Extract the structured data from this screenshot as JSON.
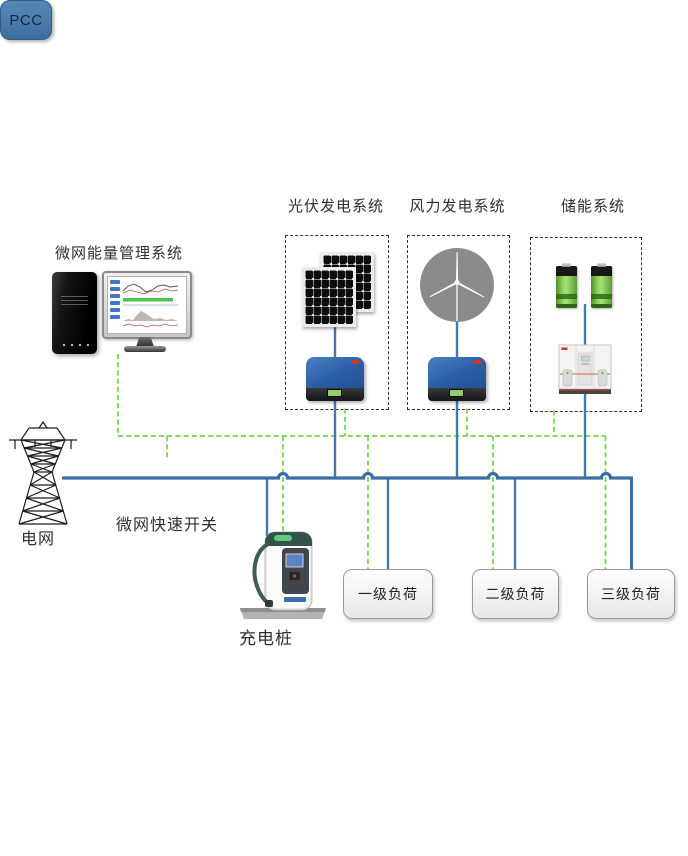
{
  "diagram": {
    "ems_label": "微网能量管理系统",
    "pv_label": "光伏发电系统",
    "wind_label": "风力发电系统",
    "storage_label": "储能系统",
    "grid_label": "电网",
    "pcc_label": "PCC",
    "switch_label": "微网快速开关",
    "charger_label": "充电桩",
    "loads": [
      {
        "label": "一级负荷"
      },
      {
        "label": "二级负荷"
      },
      {
        "label": "三级负荷"
      }
    ],
    "colors": {
      "power_bus": "#3a6fa5",
      "power_branch": "#4579ad",
      "comm_line": "#6ed348",
      "dashed_box_border": "#2e2e2e",
      "pcc_fill": "#4a7bab"
    }
  }
}
